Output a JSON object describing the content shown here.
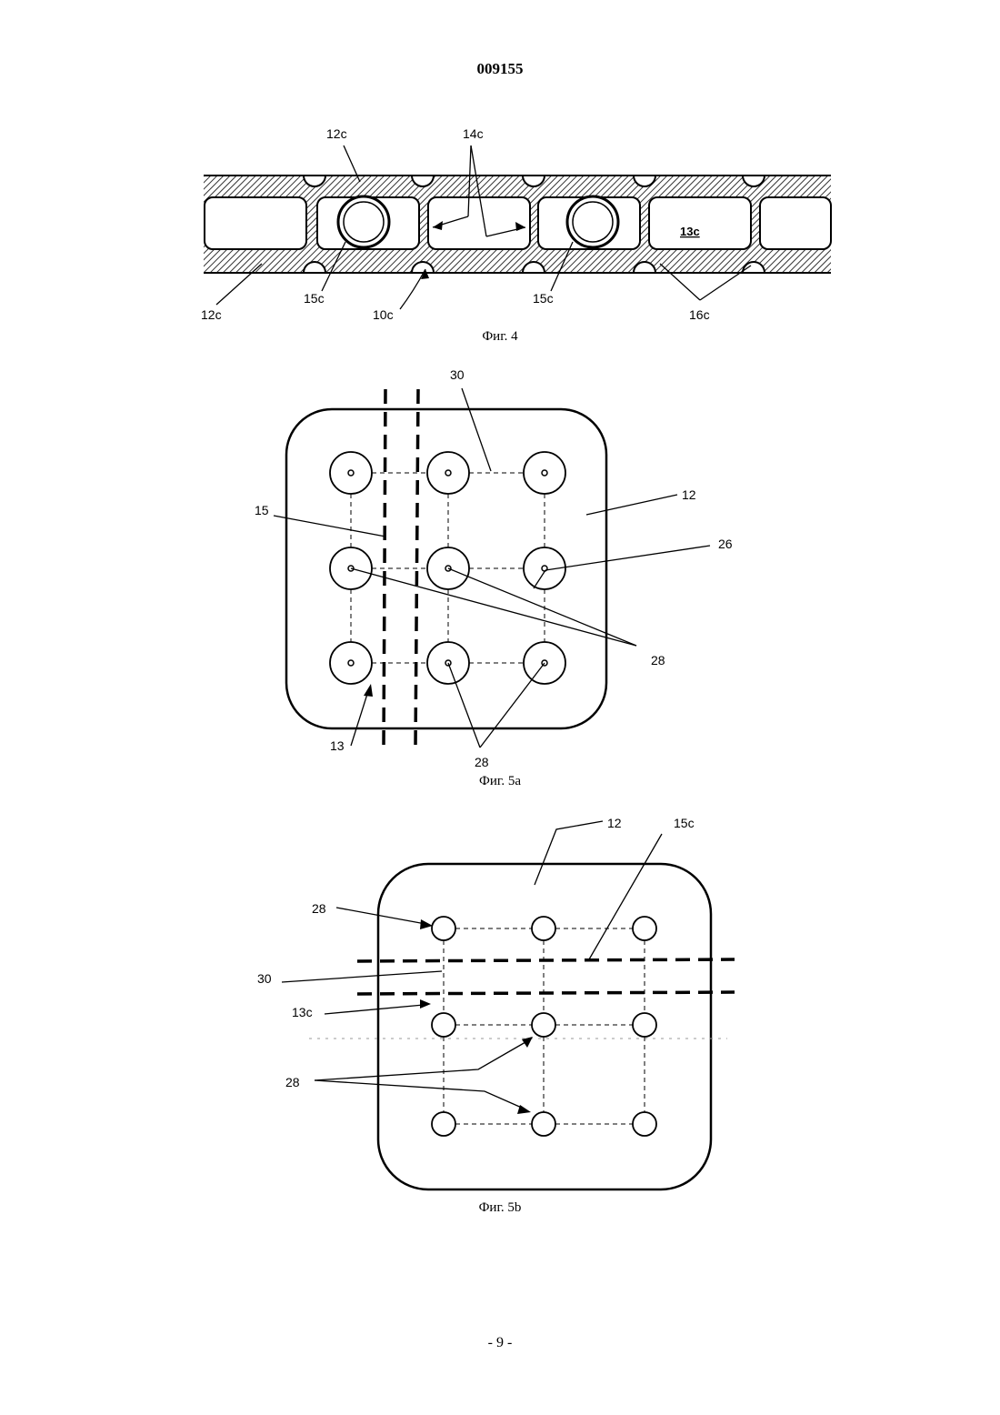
{
  "header": {
    "patent_number": "009155"
  },
  "figures": {
    "fig4": {
      "caption": "Фиг. 4",
      "labels": {
        "top_left": "12c",
        "top_mid": "14c",
        "bottom_left": "12c",
        "bubble1": "15c",
        "belt": "10c",
        "bubble2": "15c",
        "notches": "16c",
        "pocket": "13c"
      }
    },
    "fig5a": {
      "caption": "Фиг. 5а",
      "labels": {
        "top": "30",
        "right_top": "12",
        "left": "15",
        "right_mid": "26",
        "right_low": "28",
        "bottom_left": "13",
        "bottom": "28"
      }
    },
    "fig5b": {
      "caption": "Фиг. 5b",
      "labels": {
        "top_mid": "12",
        "top_right": "15c",
        "left_top": "28",
        "left_mid": "30",
        "left_mid2": "13c",
        "left_low": "28"
      }
    }
  },
  "footer": {
    "page_number": "- 9 -"
  }
}
